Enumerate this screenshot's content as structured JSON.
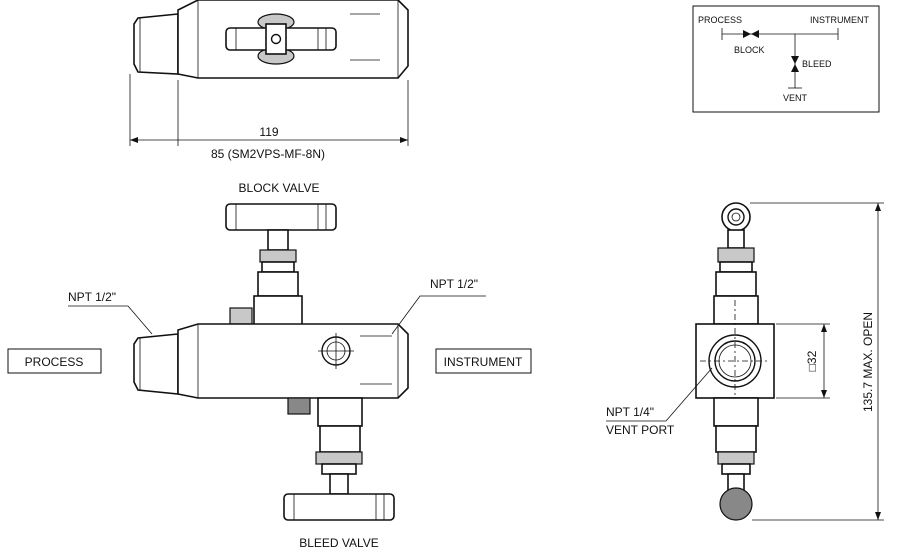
{
  "dimensions": {
    "overall_length": "119",
    "model_length": "85 (SM2VPS-MF-8N)",
    "height_open": "135.7 MAX. OPEN",
    "square_size": "□32"
  },
  "labels": {
    "block_valve": "BLOCK VALVE",
    "bleed_valve": "BLEED VALVE",
    "npt_left": "NPT 1/2\"",
    "npt_right": "NPT 1/2\"",
    "process": "PROCESS",
    "instrument": "INSTRUMENT",
    "npt_vent": "NPT 1/4\"",
    "vent_port": "VENT PORT"
  },
  "schematic": {
    "process": "PROCESS",
    "instrument": "INSTRUMENT",
    "block": "BLOCK",
    "bleed": "BLEED",
    "vent": "VENT"
  }
}
